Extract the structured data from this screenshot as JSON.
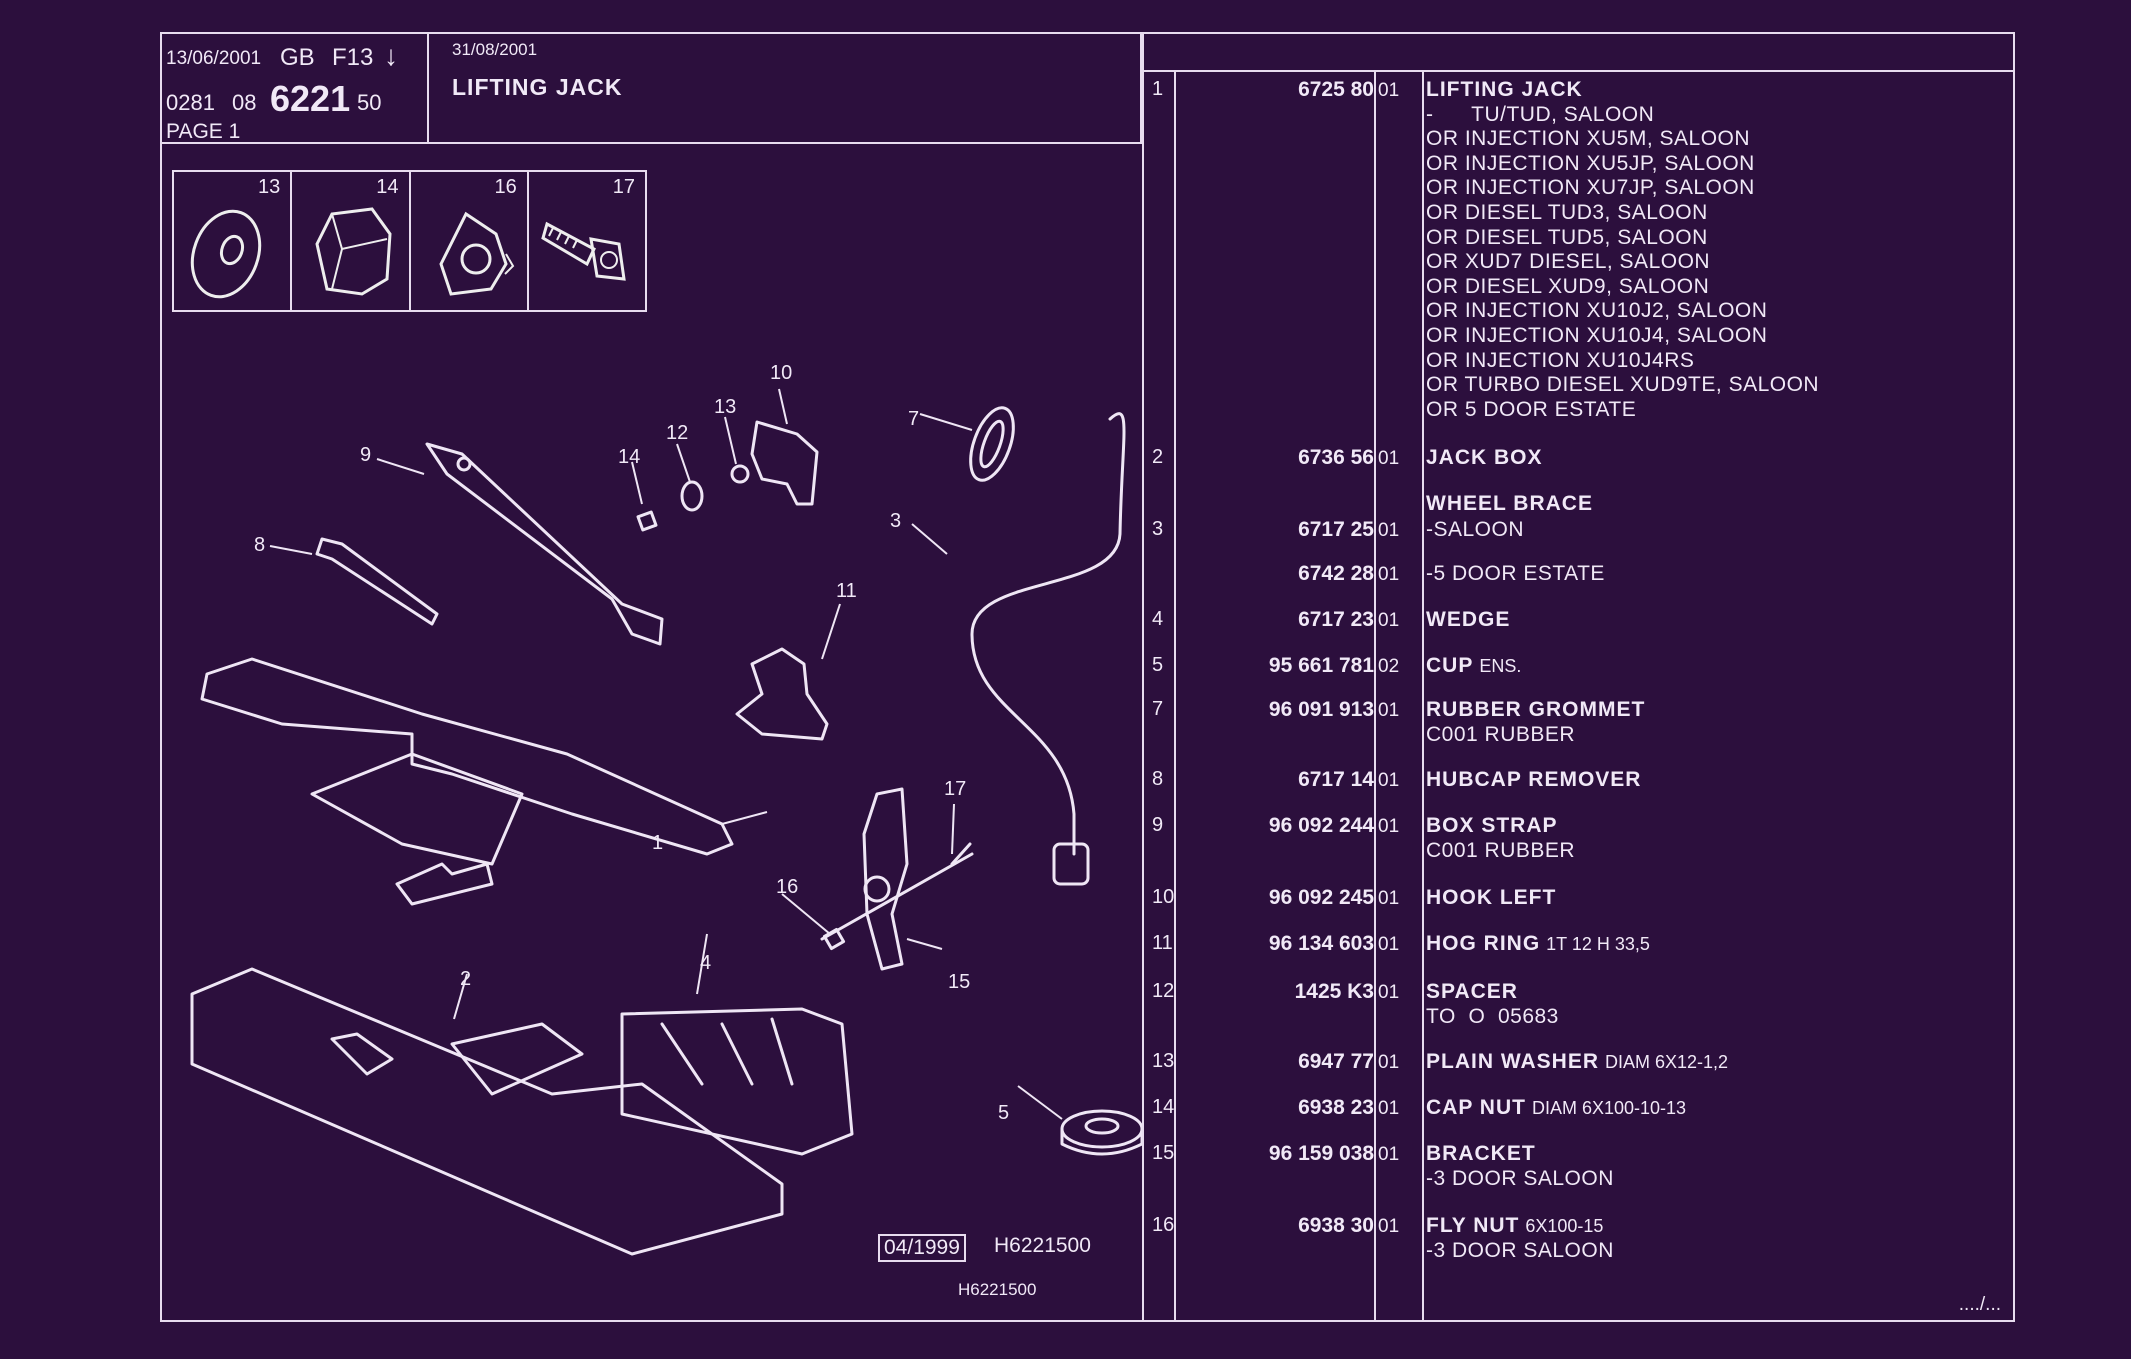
{
  "header": {
    "date1": "13/06/2001",
    "lang": "GB",
    "code": "F13",
    "arrow": "↓",
    "ref1": "0281",
    "ref2": "08",
    "ref_main": "6221",
    "ref3": "50",
    "page": "PAGE 1",
    "date2": "31/08/2001",
    "title": "LIFTING JACK"
  },
  "thumbnails": [
    {
      "num": "13",
      "icon": "washer-icon"
    },
    {
      "num": "14",
      "icon": "cap-nut-icon"
    },
    {
      "num": "16",
      "icon": "fly-nut-icon"
    },
    {
      "num": "17",
      "icon": "bolt-icon"
    }
  ],
  "callouts": [
    "9",
    "8",
    "13",
    "10",
    "12",
    "14",
    "7",
    "3",
    "11",
    "1",
    "17",
    "16",
    "15",
    "2",
    "4",
    "5"
  ],
  "parts": [
    {
      "idx": "1",
      "ref": "6725 80",
      "qty": "01",
      "name": "LIFTING JACK",
      "subs": [
        "-      TU/TUD, SALOON",
        "OR INJECTION XU5M, SALOON",
        "OR INJECTION XU5JP, SALOON",
        "OR INJECTION XU7JP, SALOON",
        "OR DIESEL TUD3, SALOON",
        "OR DIESEL TUD5, SALOON",
        "OR XUD7 DIESEL, SALOON",
        "OR DIESEL XUD9, SALOON",
        "OR INJECTION XU10J2, SALOON",
        "OR INJECTION XU10J4, SALOON",
        "OR INJECTION XU10J4RS",
        "OR TURBO DIESEL XUD9TE, SALOON",
        "OR 5 DOOR ESTATE"
      ],
      "extra": ""
    },
    {
      "idx": "2",
      "ref": "6736 56",
      "qty": "01",
      "name": "JACK BOX",
      "subs": [],
      "extra": ""
    },
    {
      "idx": "",
      "ref": "",
      "qty": "",
      "name": "WHEEL BRACE",
      "subs": [],
      "extra": ""
    },
    {
      "idx": "3",
      "ref": "6717 25",
      "qty": "01",
      "name": "",
      "subs": [
        "-SALOON"
      ],
      "extra": ""
    },
    {
      "idx": "",
      "ref": "6742 28",
      "qty": "01",
      "name": "",
      "subs": [
        "-5 DOOR ESTATE"
      ],
      "extra": ""
    },
    {
      "idx": "4",
      "ref": "6717 23",
      "qty": "01",
      "name": "WEDGE",
      "subs": [],
      "extra": ""
    },
    {
      "idx": "5",
      "ref": "95 661 781",
      "qty": "02",
      "name": "CUP",
      "subs": [],
      "extra": "ENS."
    },
    {
      "idx": "7",
      "ref": "96 091 913",
      "qty": "01",
      "name": "RUBBER GROMMET",
      "subs": [
        "C001 RUBBER"
      ],
      "extra": ""
    },
    {
      "idx": "8",
      "ref": "6717 14",
      "qty": "01",
      "name": "HUBCAP REMOVER",
      "subs": [],
      "extra": ""
    },
    {
      "idx": "9",
      "ref": "96 092 244",
      "qty": "01",
      "name": "BOX STRAP",
      "subs": [
        "C001 RUBBER"
      ],
      "extra": ""
    },
    {
      "idx": "10",
      "ref": "96 092 245",
      "qty": "01",
      "name": "HOOK LEFT",
      "subs": [],
      "extra": ""
    },
    {
      "idx": "11",
      "ref": "96 134 603",
      "qty": "01",
      "name": "HOG RING",
      "subs": [],
      "extra": "1T 12 H 33,5"
    },
    {
      "idx": "12",
      "ref": "1425 K3",
      "qty": "01",
      "name": "SPACER",
      "subs": [
        "TO  O  05683"
      ],
      "extra": ""
    },
    {
      "idx": "13",
      "ref": "6947 77",
      "qty": "01",
      "name": "PLAIN WASHER",
      "subs": [],
      "extra": "DIAM 6X12-1,2"
    },
    {
      "idx": "14",
      "ref": "6938 23",
      "qty": "01",
      "name": "CAP NUT",
      "subs": [],
      "extra": "DIAM 6X100-10-13"
    },
    {
      "idx": "15",
      "ref": "96 159 038",
      "qty": "01",
      "name": "BRACKET",
      "subs": [
        "-3 DOOR SALOON"
      ],
      "extra": ""
    },
    {
      "idx": "16",
      "ref": "6938 30",
      "qty": "01",
      "name": "FLY NUT",
      "subs": [
        "-3 DOOR SALOON"
      ],
      "extra": "6X100-15"
    }
  ],
  "footer": {
    "date_box": "04/1999",
    "ref": "H6221500",
    "ref_small": "H6221500",
    "continued": "..../..."
  }
}
